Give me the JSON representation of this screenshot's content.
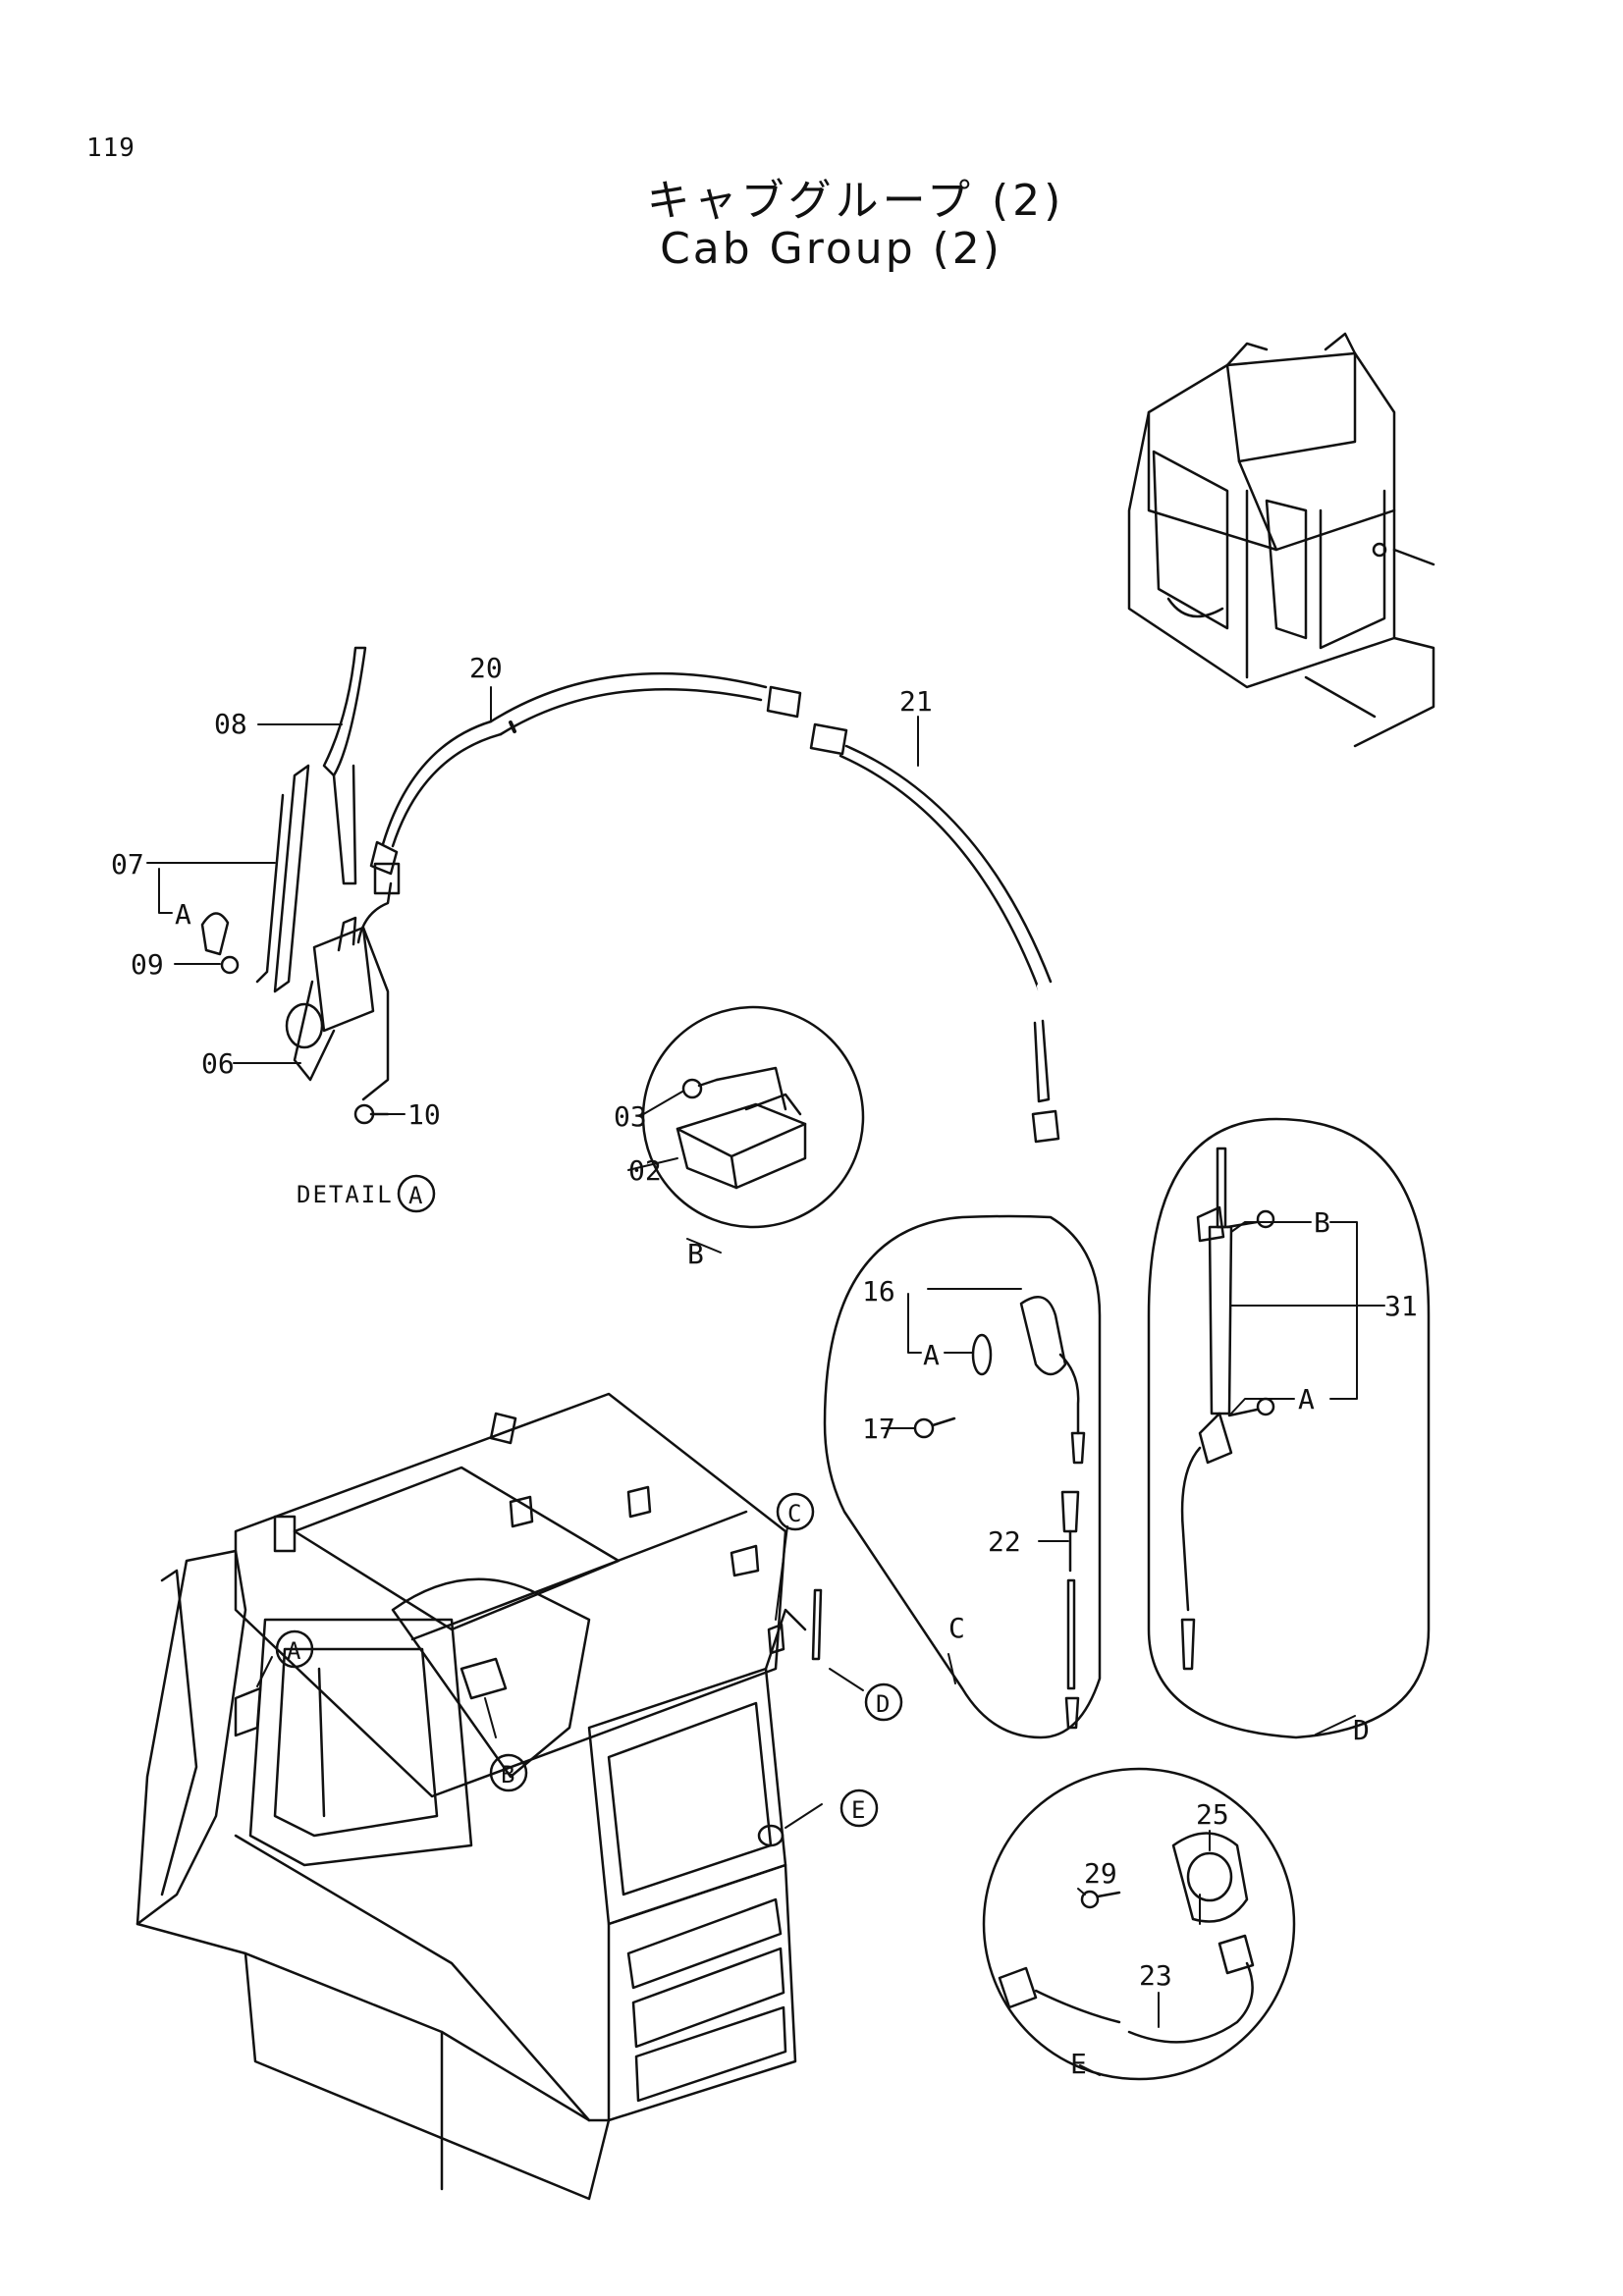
{
  "page": {
    "number": "119"
  },
  "title": {
    "japanese": "キャブグループ (2)",
    "english": "Cab Group (2)"
  },
  "detail_caption": {
    "text": "DETAIL",
    "ref": "A"
  },
  "part_labels": {
    "p02": "02",
    "p03": "03",
    "p06": "06",
    "p07": "07",
    "p08": "08",
    "p09": "09",
    "p10": "10",
    "p16": "16",
    "p17": "17",
    "p20": "20",
    "p21": "21",
    "p22": "22",
    "p23": "23",
    "p25": "25",
    "p29": "29",
    "p31": "31"
  },
  "letters": {
    "a": "A",
    "b": "B",
    "c": "C",
    "d": "D",
    "e": "E"
  }
}
